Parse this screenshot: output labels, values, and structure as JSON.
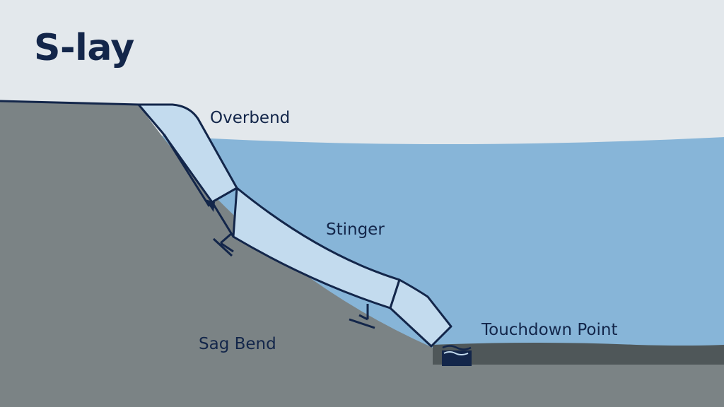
{
  "diagram": {
    "title": "S-lay",
    "labels": {
      "overbend": "Overbend",
      "stinger": "Stinger",
      "touchdown": "Touchdown Point",
      "sag_bend": "Sag Bend"
    }
  },
  "colors": {
    "sky": "#e3e8ec",
    "water": "#87b5d8",
    "land": "#7b8385",
    "seabed": "#4f5759",
    "pipe_fill": "#c3dbee",
    "outline": "#13264a"
  }
}
